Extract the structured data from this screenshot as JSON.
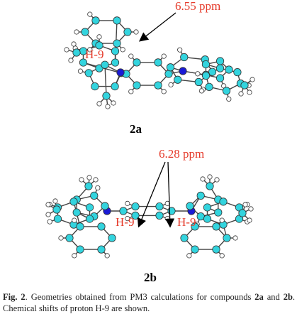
{
  "figure": {
    "top": {
      "molecule_label": "2a",
      "shift_label": "6.55  ppm",
      "proton_label": "H-9"
    },
    "bottom": {
      "molecule_label": "2b",
      "shift_label": "6.28  ppm",
      "proton_label_left": "H-9",
      "proton_label_right": "H-9"
    },
    "colors": {
      "carbon": "#33d4de",
      "nitrogen": "#1a1ad6",
      "hydrogen": "#ffffff",
      "label": "#e53a2a"
    }
  },
  "caption": {
    "fig_ref": "Fig. 2",
    "text_1": ". Geometries obtained from PM3 calculations for compounds ",
    "cmpd_a": "2a",
    "and": " and ",
    "cmpd_b": "2b",
    "text_2": ". Chemical shifts of proton H-9 are shown."
  }
}
